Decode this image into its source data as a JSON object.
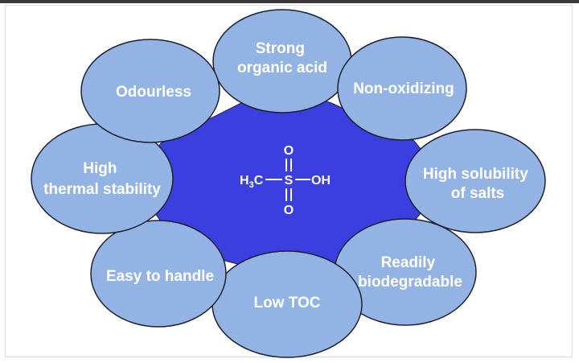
{
  "colors": {
    "center": "#3b3fe0",
    "petal_fill": "#93b3e4",
    "petal_stroke": "#1c2130",
    "text": "#ffffff"
  },
  "molecule": {
    "methyl": "H",
    "methyl_sub": "3",
    "methyl_c": "C",
    "sulfur": "S",
    "hydroxyl": "OH",
    "oxygen_top": "O",
    "oxygen_bottom": "O"
  },
  "petals": {
    "top": {
      "lines": [
        "Strong",
        "organic acid"
      ]
    },
    "top_right": {
      "lines": [
        "Non-oxidizing"
      ]
    },
    "right": {
      "lines": [
        "High solubility",
        "of salts"
      ]
    },
    "bottom_right": {
      "lines": [
        "Readily",
        "biodegradable"
      ]
    },
    "bottom": {
      "lines": [
        "Low TOC"
      ]
    },
    "bottom_left": {
      "lines": [
        "Easy to handle"
      ]
    },
    "left": {
      "lines": [
        "High",
        "thermal stability"
      ]
    },
    "top_left": {
      "lines": [
        "Odourless"
      ]
    }
  }
}
